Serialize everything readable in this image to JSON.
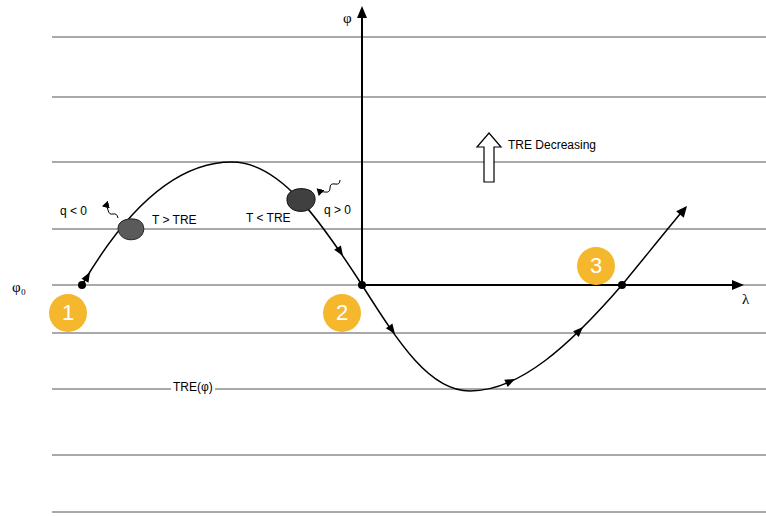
{
  "diagram": {
    "nodes": [
      {
        "text": [
          "1"
        ]
      },
      {
        "text": [
          "2"
        ]
      },
      {
        "text": [
          "3"
        ]
      }
    ],
    "labels": [
      "φ",
      "TRE Decreasing",
      "q < 0",
      "T > TRE",
      "T < TRE",
      "q > 0",
      "φ₀",
      "λ",
      "TRE(φ)"
    ]
  }
}
